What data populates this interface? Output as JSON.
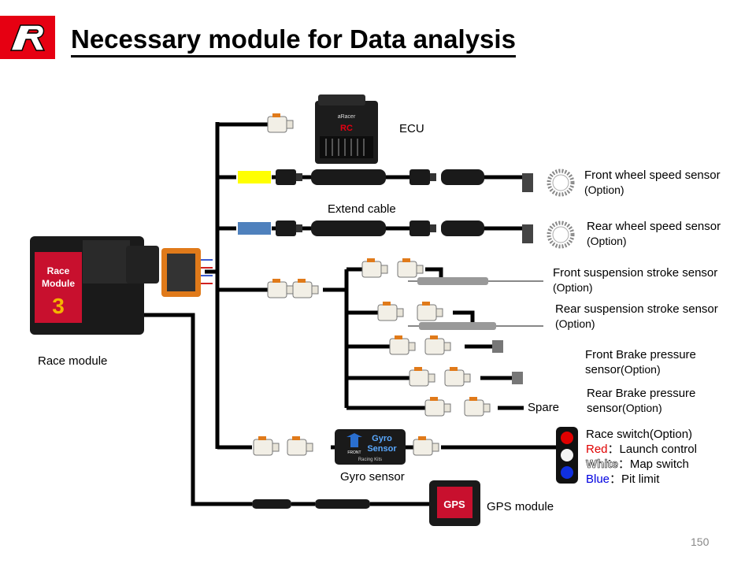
{
  "page": {
    "title": "Necessary module for Data analysis",
    "page_number": "150"
  },
  "labels": {
    "ecu": "ECU",
    "extend_cable": "Extend cable",
    "race_module": "Race module",
    "gyro_sensor": "Gyro sensor",
    "gps_module": "GPS module",
    "spare": "Spare",
    "front_wheel": "Front wheel speed sensor",
    "front_wheel_opt": "(Option)",
    "rear_wheel": "Rear wheel speed sensor",
    "rear_wheel_opt": "(Option)",
    "front_susp": "Front suspension stroke sensor",
    "front_susp_opt": "(Option)",
    "rear_susp": "Rear suspension stroke sensor",
    "rear_susp_opt": "(Option)",
    "front_brake_1": "Front Brake pressure",
    "front_brake_2": "sensor",
    "front_brake_opt": "(Option)",
    "rear_brake_1": "Rear Brake pressure",
    "rear_brake_2": "sensor",
    "rear_brake_opt": "(Option)",
    "race_switch": "Race switch(Option)",
    "red_word": "Red",
    "red_desc": "：Launch control",
    "white_word": "White",
    "white_desc": "：Map switch",
    "blue_word": "Blue",
    "blue_desc": "：Pit limit"
  },
  "device_text": {
    "ecu_brand": "aRacer",
    "ecu_model": "RC",
    "race_module_line1": "Race",
    "race_module_line2": "Module",
    "race_module_num": "3",
    "gyro_line1": "Gyro",
    "gyro_line2": "Sensor",
    "gyro_front": "FRONT",
    "gyro_brand": "Racing Kits",
    "gps_text": "GPS"
  },
  "colors": {
    "wire": "#000000",
    "connector_white": "#f2efe6",
    "connector_orange": "#e07a1a",
    "yellow_tag": "#ffff00",
    "blue_tag": "#4f81bd",
    "logo_red": "#e60012",
    "switch_red": "#e00000",
    "switch_blue": "#1030e0"
  }
}
